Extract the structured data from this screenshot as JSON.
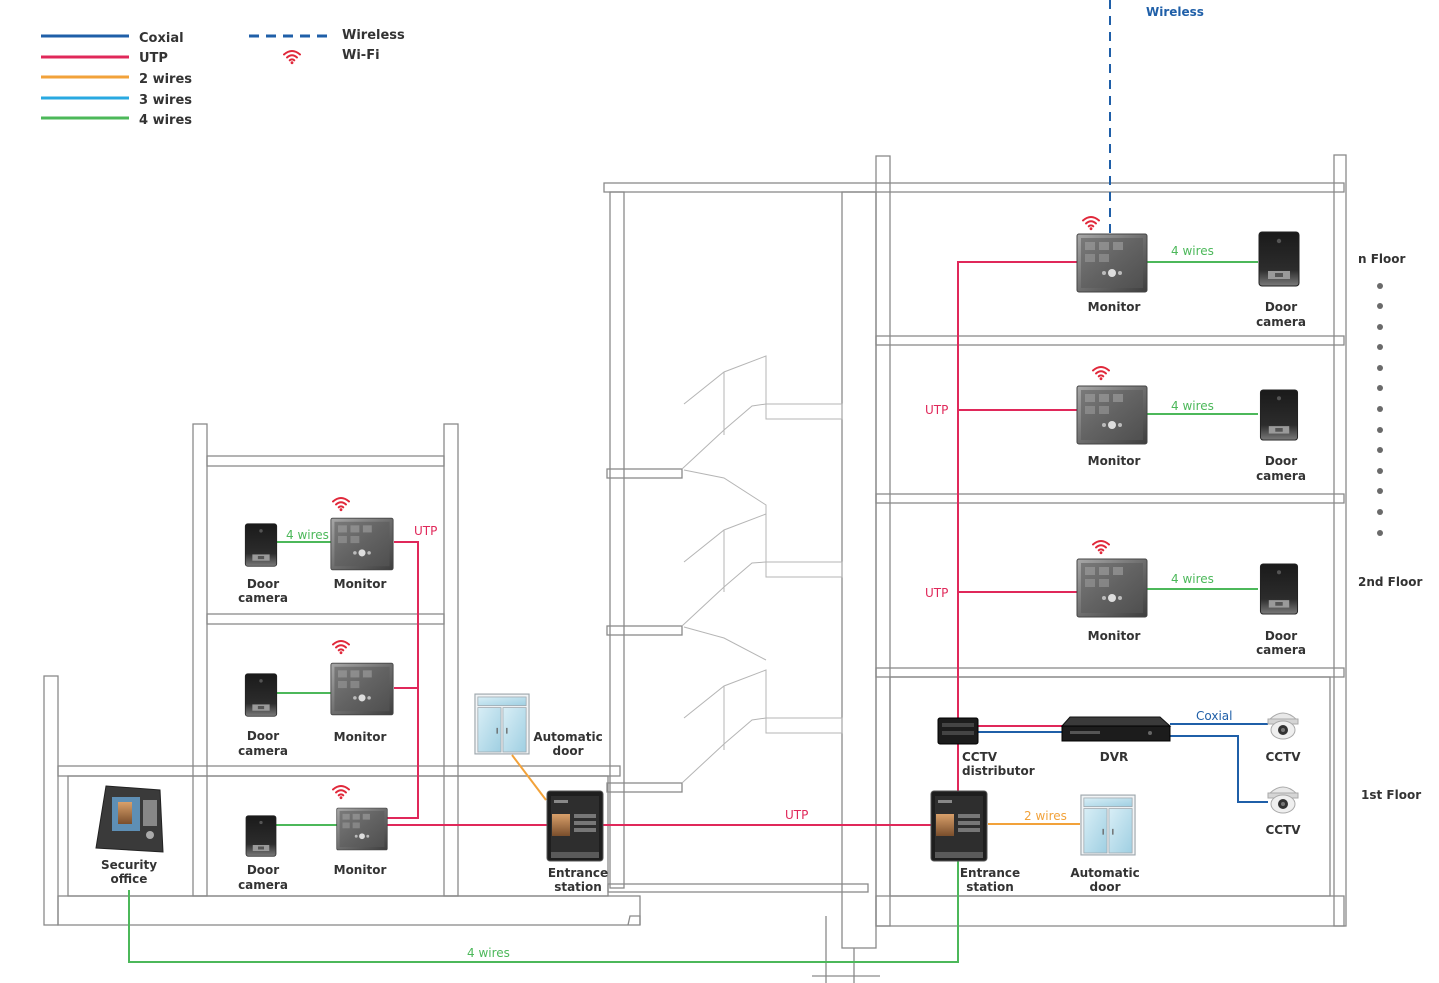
{
  "colors": {
    "coaxial": "#1f5fa8",
    "utp": "#e0285a",
    "two_wires": "#f2a23a",
    "three_wires": "#29a9e1",
    "four_wires": "#4cb85a",
    "wireless": "#1f5fa8",
    "wifi": "#e0283a",
    "text": "#333333"
  },
  "legend": {
    "coaxial": "Coxial",
    "utp": "UTP",
    "two_wires": "2 wires",
    "three_wires": "3 wires",
    "four_wires": "4 wires",
    "wireless": "Wireless",
    "wifi": "Wi-Fi"
  },
  "wireless_top_label": "Wireless",
  "floors": {
    "n": "n Floor",
    "second": "2nd Floor",
    "first": "1st Floor"
  },
  "devices": {
    "monitor": "Monitor",
    "door_camera_line1": "Door",
    "door_camera_line2": "camera",
    "cctv_dist_line1": "CCTV",
    "cctv_dist_line2": "distributor",
    "dvr": "DVR",
    "cctv": "CCTV",
    "entrance_line1": "Entrance",
    "entrance_line2": "station",
    "auto_door_line1": "Automatic",
    "auto_door_line2": "door",
    "security_line1": "Security",
    "security_line2": "office"
  },
  "wire_labels": {
    "four_wires": "4 wires",
    "utp": "UTP",
    "two_wires": "2 wires",
    "coaxial": "Coxial"
  },
  "icons": {
    "wifi": "wifi-icon",
    "monitor": "monitor-icon",
    "door_camera": "door-camera-icon",
    "cctv": "dome-camera-icon",
    "dvr": "dvr-icon",
    "distributor": "distributor-icon",
    "entrance_station": "entrance-station-icon",
    "automatic_door": "automatic-door-icon",
    "security_office": "security-terminal-icon"
  }
}
